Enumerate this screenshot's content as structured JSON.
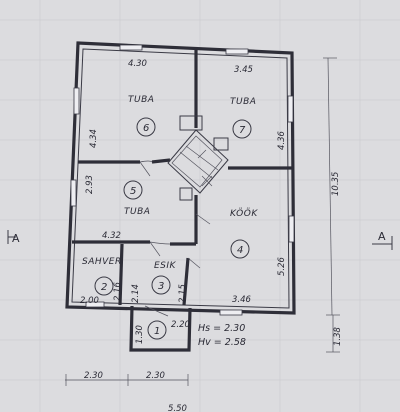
{
  "rooms": {
    "tuba_top_left": {
      "name": "TUBA",
      "number": "6",
      "width": "4.30",
      "depth": "4.34"
    },
    "tuba_top_right": {
      "name": "TUBA",
      "number": "7",
      "width": "3.45",
      "depth": "4.36"
    },
    "tuba_mid": {
      "name": "TUBA",
      "number": "5",
      "width": "4.32",
      "depth": "2.93"
    },
    "kook": {
      "name": "KÖÖK",
      "number": "4",
      "width": "3.46",
      "depth": "5.26"
    },
    "sahver": {
      "name": "SAHVER",
      "number": "2",
      "width": "2.00",
      "depth": "2.16"
    },
    "esik": {
      "name": "ESIK",
      "number": "3",
      "width": "2.14",
      "depth": "2.15"
    },
    "entry": {
      "number": "1",
      "width": "2.20",
      "depth": "1.30"
    }
  },
  "heights": {
    "hs": "Hs = 2.30",
    "hv": "Hv = 2.58"
  },
  "overall": {
    "total_height": "10.35",
    "entry_height": "1.38",
    "bottom_left": "2.30",
    "bottom_right": "2.30",
    "bottom_partial": "5.50"
  },
  "section_marks": {
    "left": "A",
    "right": "A"
  },
  "colors": {
    "paper": "#dcdcdf",
    "ink": "#2e2e38"
  }
}
